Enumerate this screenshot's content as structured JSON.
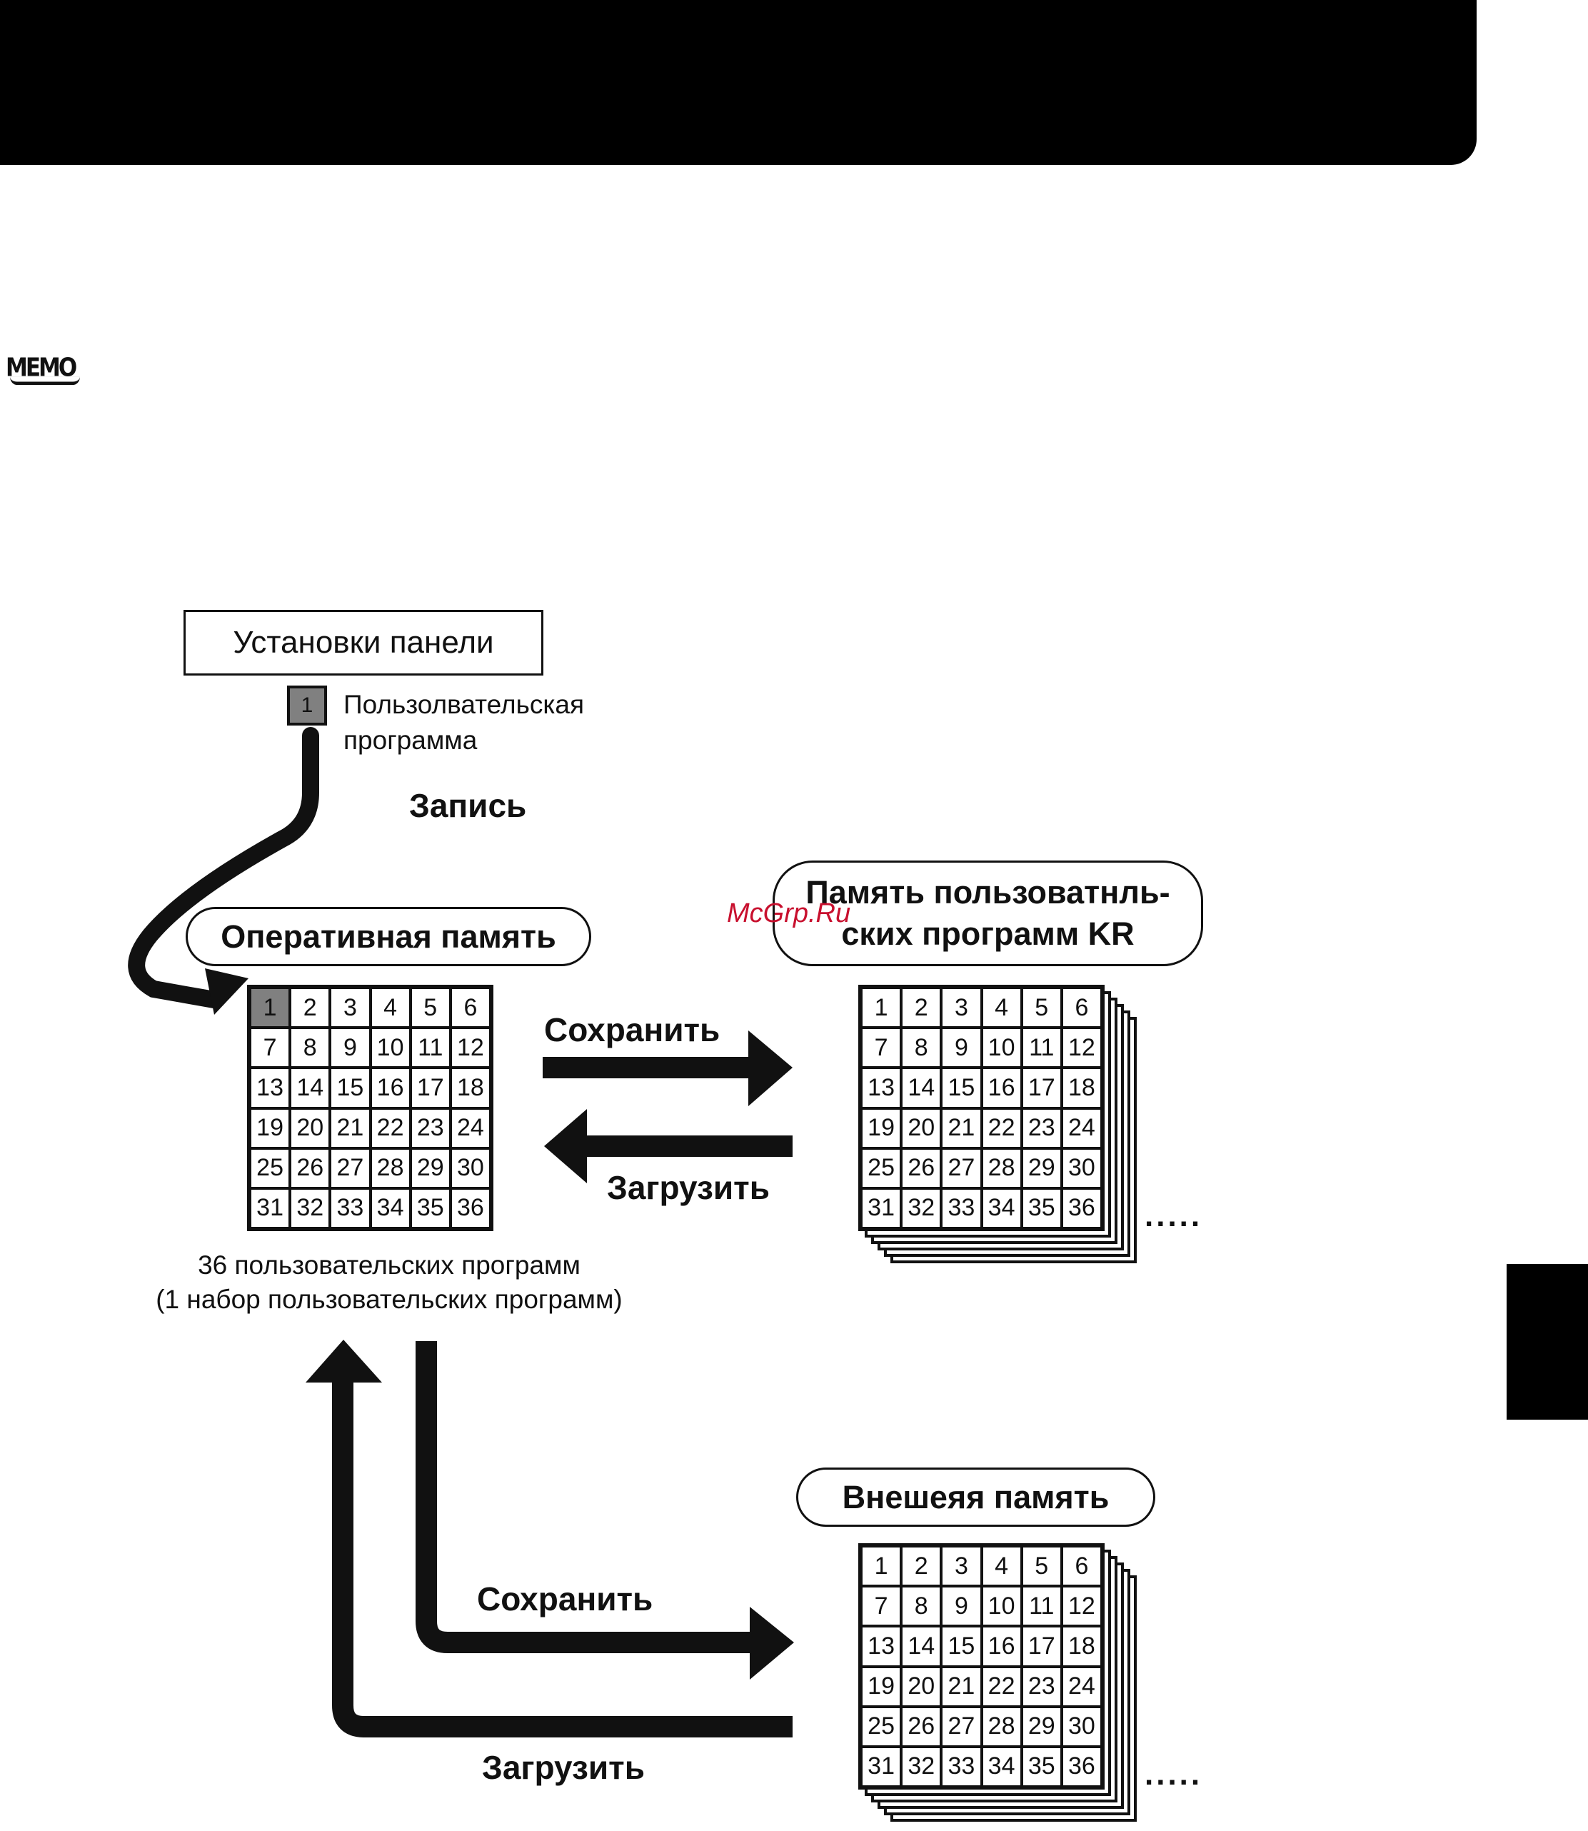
{
  "colors": {
    "ink": "#111111",
    "selected_slot": "#808080",
    "watermark": "#c8102e"
  },
  "panel": {
    "title": "Установки панели",
    "slot_number": "1",
    "slot_label_line1": "Пользолвательская",
    "slot_label_line2": "программа"
  },
  "record_label": "Запись",
  "ram": {
    "title": "Оперативная память",
    "caption_line1": "36 пользовательских программ",
    "caption_line2": "(1 набор пользовательских программ)",
    "highlighted_slot": "1"
  },
  "kr_memory": {
    "title_line1": "Память пользоватнль-",
    "title_line2": "ских программ KR",
    "more": "....."
  },
  "external_memory": {
    "title": "Внешеяя память",
    "more": "....."
  },
  "arrows": {
    "save_kr": "Сохранить",
    "load_kr": "Загрузить",
    "save_ext": "Сохранить",
    "load_ext": "Загрузить"
  },
  "grid_numbers": [
    "1",
    "2",
    "3",
    "4",
    "5",
    "6",
    "7",
    "8",
    "9",
    "10",
    "11",
    "12",
    "13",
    "14",
    "15",
    "16",
    "17",
    "18",
    "19",
    "20",
    "21",
    "22",
    "23",
    "24",
    "25",
    "26",
    "27",
    "28",
    "29",
    "30",
    "31",
    "32",
    "33",
    "34",
    "35",
    "36"
  ],
  "watermark": "McGrp.Ru",
  "memo_icon": "memo-icon"
}
